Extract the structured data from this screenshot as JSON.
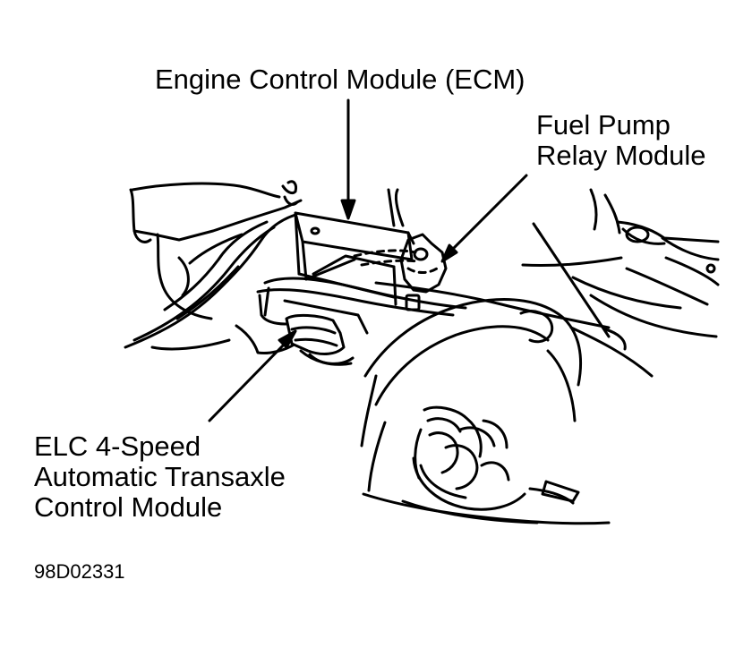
{
  "diagram": {
    "labels": {
      "ecm": "Engine Control Module (ECM)",
      "fuel_pump_relay": [
        "Fuel Pump",
        "Relay Module"
      ],
      "elc_module": [
        "ELC 4-Speed",
        "Automatic Transaxle",
        "Control Module"
      ]
    },
    "figure_id": "98D02331",
    "colors": {
      "ink": "#000000",
      "background": "#ffffff"
    }
  }
}
